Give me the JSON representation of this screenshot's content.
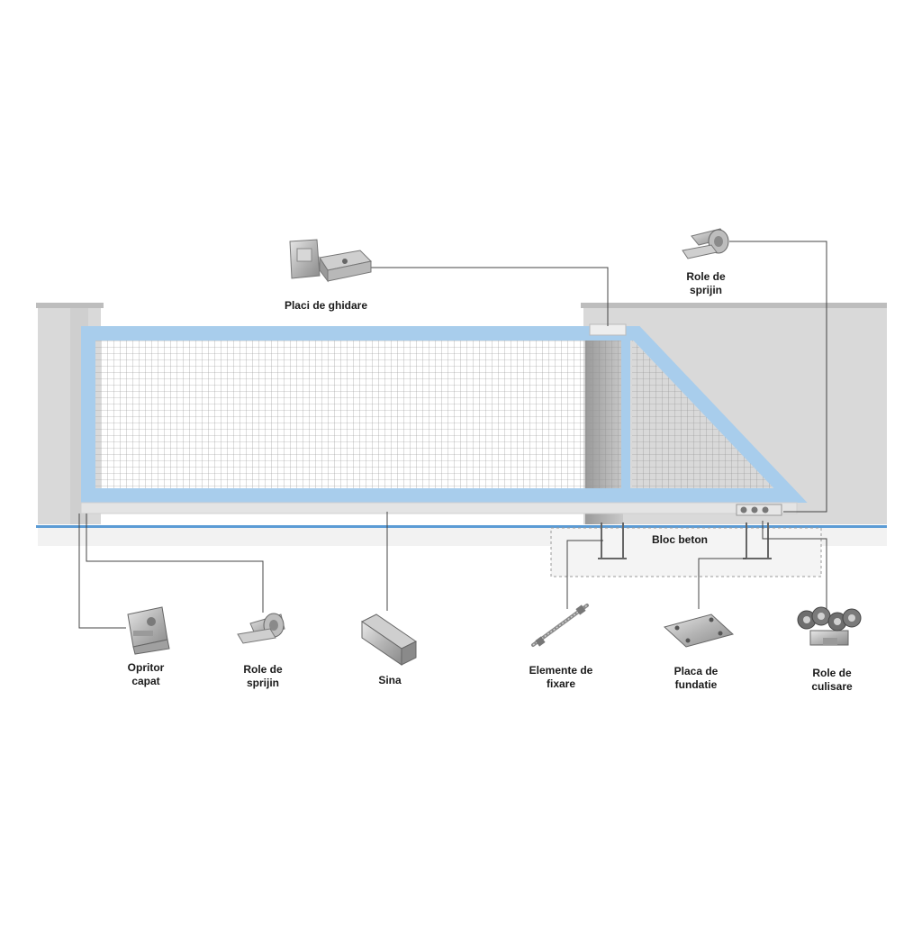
{
  "labels": {
    "placi_de_ghidare": "Placi de ghidare",
    "role_sprijin_top": [
      "Role de",
      "sprijin"
    ],
    "bloc_beton": "Bloc beton",
    "opritor_capat": [
      "Opritor",
      "capat"
    ],
    "role_sprijin_bottom": [
      "Role de",
      "sprijin"
    ],
    "sina": "Sina",
    "elemente_fixare": [
      "Elemente de",
      "fixare"
    ],
    "placa_fundatie": [
      "Placa de",
      "fundatie"
    ],
    "role_culisare": [
      "Role de",
      "culisare"
    ]
  },
  "icons": {
    "guide_plates": "guide-plates-icon",
    "support_roller": "support-roller-icon",
    "end_stop": "end-stop-bracket-icon",
    "rail": "rail-profile-icon",
    "anchor_rod": "anchor-rod-icon",
    "foundation_plate": "foundation-plate-icon",
    "sliding_carriage": "sliding-carriage-icon"
  },
  "colors": {
    "frame": "#a8cdec",
    "ground_line": "#5b9bd5",
    "mesh": "#8e8e8e",
    "wall": "#d6d6d6",
    "leader": "#444444"
  }
}
